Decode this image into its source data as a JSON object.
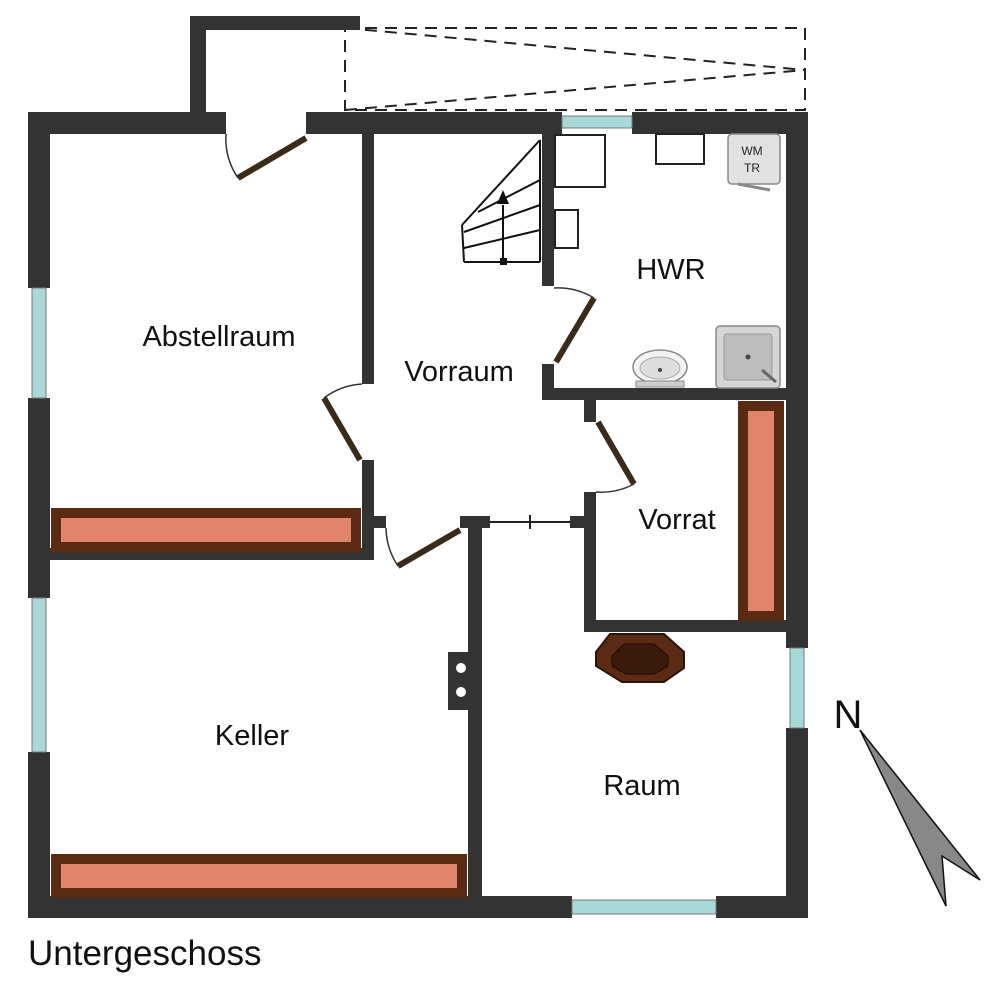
{
  "title": "Untergeschoss",
  "rooms": {
    "abstellraum": "Abstellraum",
    "vorraum": "Vorraum",
    "hwr": "HWR",
    "vorrat": "Vorrat",
    "keller": "Keller",
    "raum": "Raum"
  },
  "appliance": {
    "line1": "WM",
    "line2": "TR"
  },
  "compass": {
    "label": "N"
  },
  "colors": {
    "wall": "#333333",
    "window": "#a9d8d8",
    "shelf_fill": "#e0846a",
    "shelf_border": "#5a2a12",
    "door": "#3a2a1a"
  }
}
